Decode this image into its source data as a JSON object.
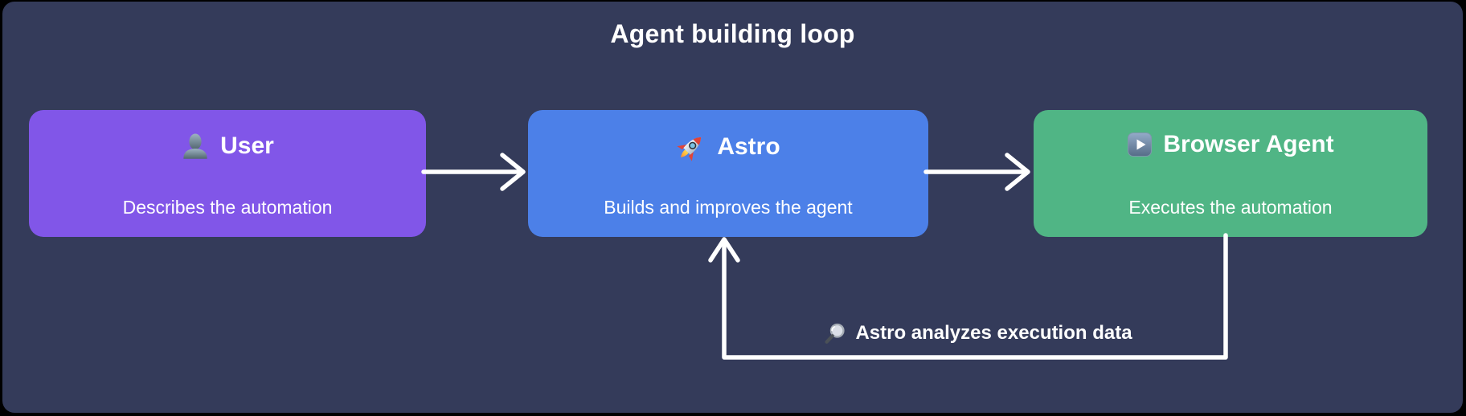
{
  "diagram": {
    "title": "Agent building loop",
    "background_color": "#343b5a",
    "outer_color": "#000000",
    "arrow_color": "#ffffff"
  },
  "nodes": [
    {
      "id": "user",
      "icon": "user-icon",
      "title": "User",
      "subtitle": "Describes the automation",
      "color": "#8156e8"
    },
    {
      "id": "astro",
      "icon": "rocket-icon",
      "title": "Astro",
      "subtitle": "Builds and improves the agent",
      "color": "#4c80e8"
    },
    {
      "id": "browser-agent",
      "icon": "play-icon",
      "title": "Browser Agent",
      "subtitle": "Executes the automation",
      "color": "#50b585"
    }
  ],
  "connections": [
    {
      "from": "user",
      "to": "astro",
      "style": "arrow"
    },
    {
      "from": "astro",
      "to": "browser-agent",
      "style": "arrow"
    },
    {
      "from": "browser-agent",
      "to": "astro",
      "style": "feedback-loop"
    }
  ],
  "feedback": {
    "icon": "magnifier-icon",
    "label": "Astro analyzes execution data"
  }
}
